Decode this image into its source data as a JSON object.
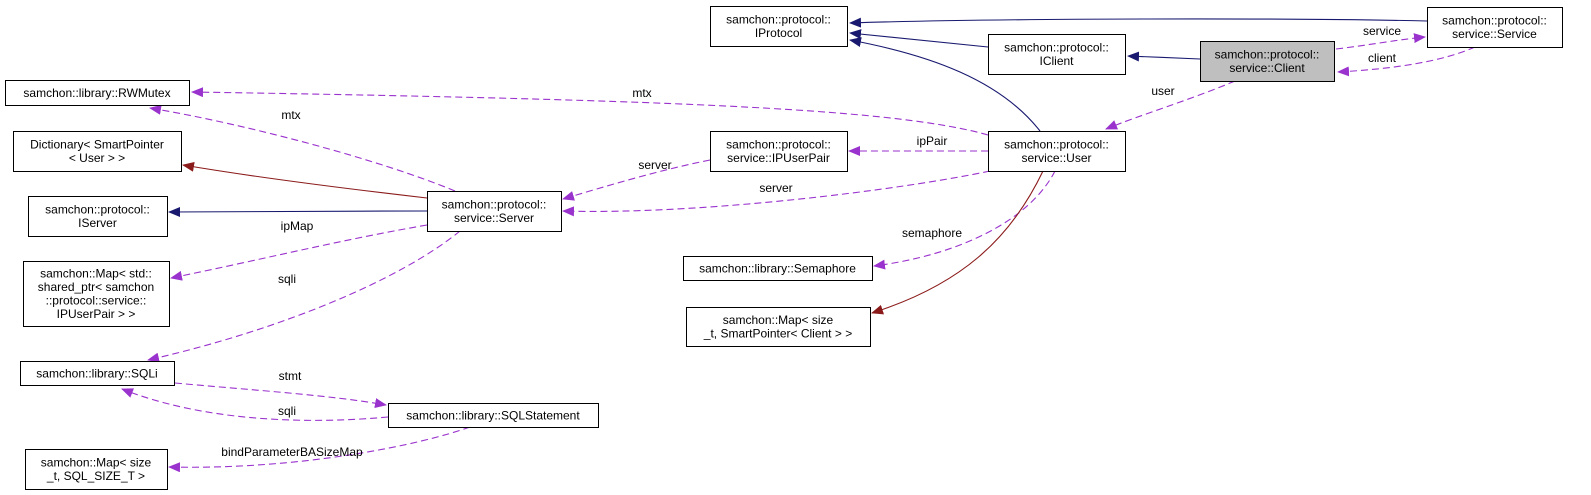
{
  "diagram": {
    "title": "Collaboration diagram for samchon::protocol::service::Client",
    "colors": {
      "inheritance": "#191970",
      "private_inheritance": "#8b1a1a",
      "usage": "#9a32cd",
      "highlight_fill": "#bfbfbf"
    },
    "nodes": [
      {
        "id": "client",
        "lines": [
          "samchon::protocol::",
          "service::Client"
        ],
        "highlight": true
      },
      {
        "id": "iprotocol",
        "lines": [
          "samchon::protocol::",
          "IProtocol"
        ]
      },
      {
        "id": "iclient",
        "lines": [
          "samchon::protocol::",
          "IClient"
        ]
      },
      {
        "id": "service",
        "lines": [
          "samchon::protocol::",
          "service::Service"
        ]
      },
      {
        "id": "user",
        "lines": [
          "samchon::protocol::",
          "service::User"
        ]
      },
      {
        "id": "ipuserpair",
        "lines": [
          "samchon::protocol::",
          "service::IPUserPair"
        ]
      },
      {
        "id": "server",
        "lines": [
          "samchon::protocol::",
          "service::Server"
        ]
      },
      {
        "id": "rwmutex",
        "lines": [
          "samchon::library::RWMutex"
        ]
      },
      {
        "id": "dictionary",
        "lines": [
          "Dictionary< SmartPointer",
          "< User > >"
        ]
      },
      {
        "id": "iserver",
        "lines": [
          "samchon::protocol::",
          "IServer"
        ]
      },
      {
        "id": "map_ipuserpair",
        "lines": [
          "samchon::Map< std::",
          "shared_ptr< samchon",
          "::protocol::service::",
          "IPUserPair > >"
        ]
      },
      {
        "id": "sqli",
        "lines": [
          "samchon::library::SQLi"
        ]
      },
      {
        "id": "sqlstatement",
        "lines": [
          "samchon::library::SQLStatement"
        ]
      },
      {
        "id": "map_sql_size",
        "lines": [
          "samchon::Map< size",
          "_t, SQL_SIZE_T >"
        ]
      },
      {
        "id": "semaphore",
        "lines": [
          "samchon::library::Semaphore"
        ]
      },
      {
        "id": "map_client",
        "lines": [
          "samchon::Map< size",
          "_t, SmartPointer< Client > >"
        ]
      }
    ],
    "edges": [
      {
        "id": "service-iprotocol",
        "from": "service",
        "to": "iprotocol",
        "kind": "inheritance",
        "label": ""
      },
      {
        "id": "iclient-iprotocol",
        "from": "iclient",
        "to": "iprotocol",
        "kind": "inheritance",
        "label": ""
      },
      {
        "id": "user-iprotocol",
        "from": "user",
        "to": "iprotocol",
        "kind": "inheritance",
        "label": ""
      },
      {
        "id": "client-iclient",
        "from": "client",
        "to": "iclient",
        "kind": "inheritance",
        "label": ""
      },
      {
        "id": "client-service",
        "from": "client",
        "to": "service",
        "kind": "usage",
        "label": "service"
      },
      {
        "id": "service-client",
        "from": "service",
        "to": "client",
        "kind": "usage",
        "label": "client"
      },
      {
        "id": "client-user",
        "from": "client",
        "to": "user",
        "kind": "usage",
        "label": "user"
      },
      {
        "id": "user-rwmutex",
        "from": "user",
        "to": "rwmutex",
        "kind": "usage",
        "label": "mtx"
      },
      {
        "id": "user-ipuserpair",
        "from": "user",
        "to": "ipuserpair",
        "kind": "usage",
        "label": "ipPair"
      },
      {
        "id": "ipuserpair-server",
        "from": "ipuserpair",
        "to": "server",
        "kind": "usage",
        "label": "server"
      },
      {
        "id": "user-server",
        "from": "user",
        "to": "server",
        "kind": "usage",
        "label": "server"
      },
      {
        "id": "user-semaphore",
        "from": "user",
        "to": "semaphore",
        "kind": "usage",
        "label": "semaphore"
      },
      {
        "id": "user-map_client",
        "from": "user",
        "to": "map_client",
        "kind": "private_inheritance",
        "label": ""
      },
      {
        "id": "server-rwmutex",
        "from": "server",
        "to": "rwmutex",
        "kind": "usage",
        "label": "mtx"
      },
      {
        "id": "server-dictionary",
        "from": "server",
        "to": "dictionary",
        "kind": "private_inheritance",
        "label": ""
      },
      {
        "id": "server-iserver",
        "from": "server",
        "to": "iserver",
        "kind": "inheritance",
        "label": ""
      },
      {
        "id": "server-map_ipuserpair",
        "from": "server",
        "to": "map_ipuserpair",
        "kind": "usage",
        "label": "ipMap"
      },
      {
        "id": "server-sqli",
        "from": "server",
        "to": "sqli",
        "kind": "usage",
        "label": "sqli"
      },
      {
        "id": "sqli-sqlstatement",
        "from": "sqli",
        "to": "sqlstatement",
        "kind": "usage",
        "label": "stmt"
      },
      {
        "id": "sqlstatement-sqli",
        "from": "sqlstatement",
        "to": "sqli",
        "kind": "usage",
        "label": "sqli"
      },
      {
        "id": "sqlstatement-map_sql_size",
        "from": "sqlstatement",
        "to": "map_sql_size",
        "kind": "usage",
        "label": "bindParameterBASizeMap"
      }
    ]
  }
}
